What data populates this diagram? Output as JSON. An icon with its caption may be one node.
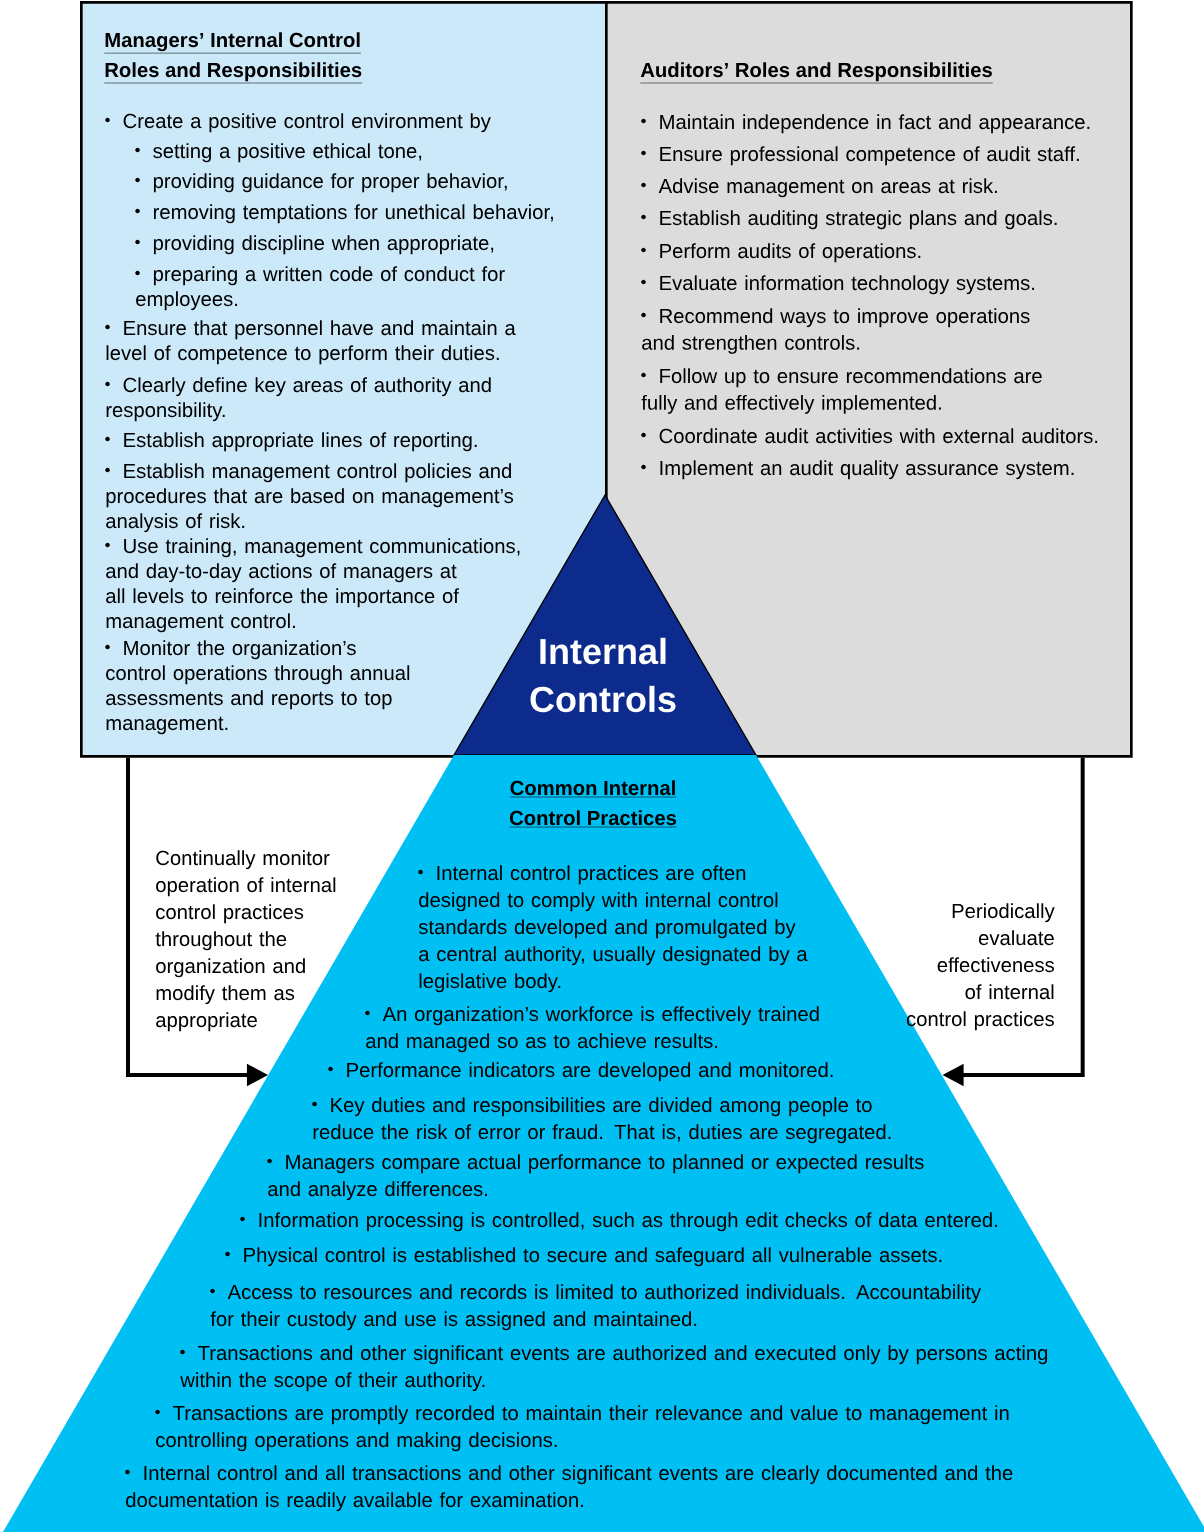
{
  "diagram": {
    "nodes": [
      {
        "text": [
          "Managers’ Internal Control Roles and Responsibilities",
          "Create a positive control environment by",
          "setting a positive ethical tone,",
          "providing guidance for proper behavior,",
          "removing temptations for unethical behavior,",
          "providing discipline when appropriate,",
          "preparing a written code of conduct for employees.",
          "Ensure that personnel have and maintain a level of competence to perform their duties.",
          "Clearly define key areas of authority and responsibility.",
          "Establish appropriate lines of reporting.",
          "Establish management control policies and procedures that are based on management’s analysis of risk.",
          "Use training, management communications, and day-to-day actions of managers at all levels to reinforce the importance of management control.",
          "Monitor the organization’s control operations through annual assessments and reports to top management."
        ]
      },
      {
        "text": [
          "Auditors’ Roles and Responsibilities",
          "Maintain independence in fact and appearance.",
          "Ensure professional competence of audit staff.",
          "Advise management on areas at risk.",
          "Establish auditing strategic plans and goals.",
          "Perform audits of operations.",
          "Evaluate information technology systems.",
          "Recommend ways to improve operations and strengthen controls.",
          "Follow up to ensure recommendations are fully and effectively implemented.",
          "Coordinate audit activities with external auditors.",
          "Implement an audit quality assurance system."
        ]
      },
      {
        "text": [
          "Internal Controls"
        ]
      },
      {
        "text": [
          "Common Internal Control Practices",
          "Internal control practices are often designed to comply with internal control standards developed and promulgated by a central authority, usually designated by a legislative body.",
          "An organization’s workforce is effectively trained and managed so as to achieve results.",
          "Performance indicators are developed and monitored.",
          "Key duties and responsibilities are divided among people to reduce the risk of error or fraud. That is, duties are segregated.",
          "Managers compare actual performance to planned or expected results and analyze differences.",
          "Information processing is controlled, such as through edit checks of data entered.",
          "Physical control is established to secure and safeguard all vulnerable assets.",
          "Access to resources and records is limited to authorized individuals. Accountability for their custody and use is assigned and maintained.",
          "Transactions and other significant events are authorized and executed only by persons acting within the scope of their authority.",
          "Transactions are promptly recorded to maintain their relevance and value to management in controlling operations and making decisions.",
          "Internal control and all transactions and other significant events are clearly documented and the documentation is readily available for examination."
        ]
      }
    ],
    "edges": [
      {
        "from": 0,
        "to": 3,
        "arrow": "to",
        "label": "Continually monitor operation of internal control practices throughout the organization and modify them as appropriate"
      },
      {
        "from": 1,
        "to": 3,
        "arrow": "to",
        "label": "Periodically evaluate effectiveness of internal control practices"
      }
    ]
  }
}
